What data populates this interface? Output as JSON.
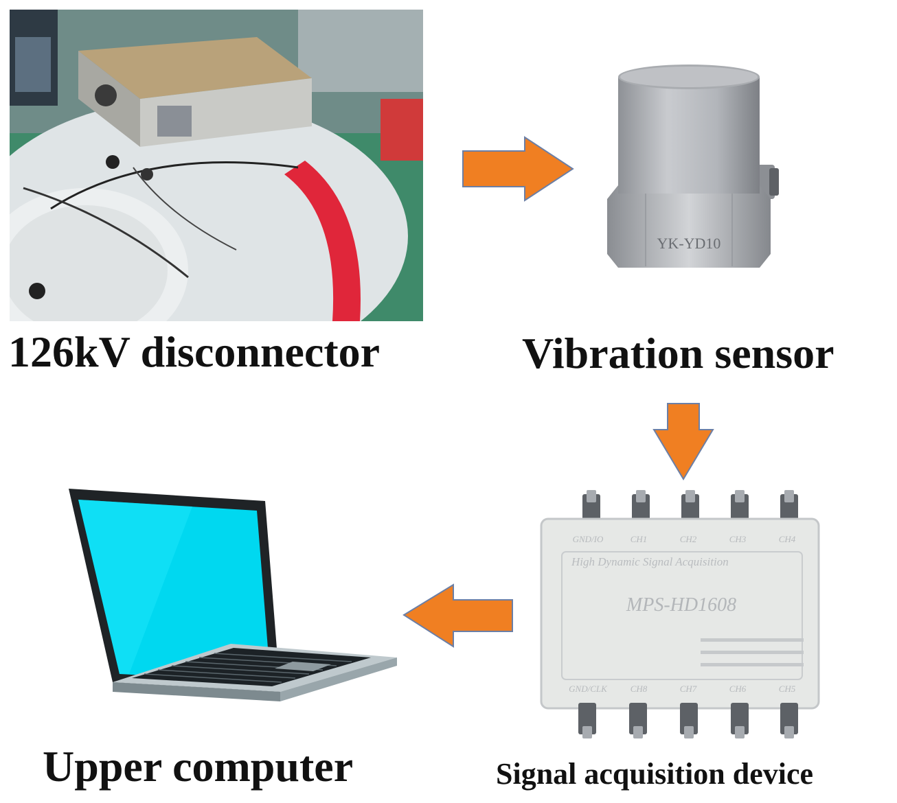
{
  "labels": {
    "disconnector": "126kV disconnector",
    "sensor": "Vibration sensor",
    "computer": "Upper computer",
    "acquisition": "Signal acquisition device"
  },
  "sensor_marking": "YK-YD10",
  "device": {
    "model": "MPS-HD1608",
    "subtitle": "High Dynamic Signal Acquisition",
    "top_ports": [
      "GND/IO",
      "CH1",
      "CH2",
      "CH3",
      "CH4"
    ],
    "bottom_ports": [
      "GND/CLK",
      "CH8",
      "CH7",
      "CH6",
      "CH5"
    ]
  },
  "colors": {
    "arrow": "#f07f22",
    "arrow_stroke": "#6b7fa6",
    "laptop_screen": "#00d8f0",
    "laptop_body": "#b8c4c8",
    "device_body": "#e6e8e6"
  }
}
